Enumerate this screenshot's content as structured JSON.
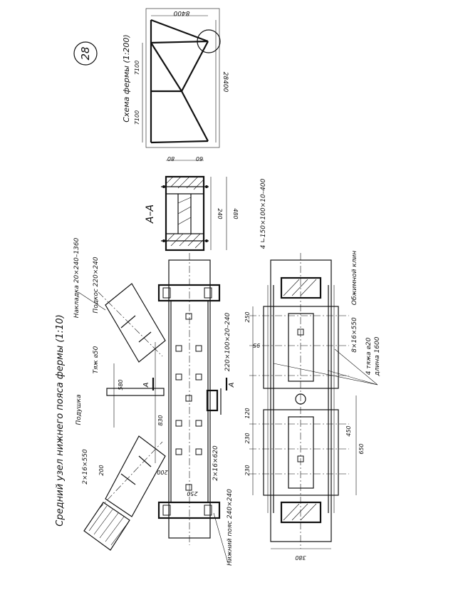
{
  "sheet_number": "28",
  "title_main": "Средний узел нижнего пояса фермы (1:10)",
  "title_scheme": "Схема фермы (1:200)",
  "section_label": "А–А",
  "section_mark": "А",
  "labels": {
    "overlay": "Накладка 20×240–1360",
    "brace": "Подкос 220×240",
    "tie_rod": "Тяж ⌀50",
    "pad": "Подушка",
    "bottom_chord": "Нижний пояс 240×240",
    "angle_main": "220×100×20–240",
    "angle_small": "4 ∟150×100×10–400",
    "plate_a": "2×16×550",
    "plate_b": "2×16×620",
    "plate_c": "8×16×550",
    "clamp": "Обжимной клин",
    "rods": "4 тяжа ⌀20",
    "rods_len": "длина 1600"
  },
  "dimensions": {
    "d580": "580",
    "d830": "830",
    "d200": "200",
    "d250a": "250",
    "d120": "120",
    "d230a": "230",
    "d230b": "230",
    "d450": "450",
    "d650": "650",
    "d250b": "250",
    "d380": "380",
    "d240": "240",
    "d480": "480",
    "d80": "80",
    "d60": "60",
    "d95": "95",
    "s8400": "8400",
    "s28400": "28400",
    "s7100a": "7100",
    "s7100b": "7100"
  }
}
